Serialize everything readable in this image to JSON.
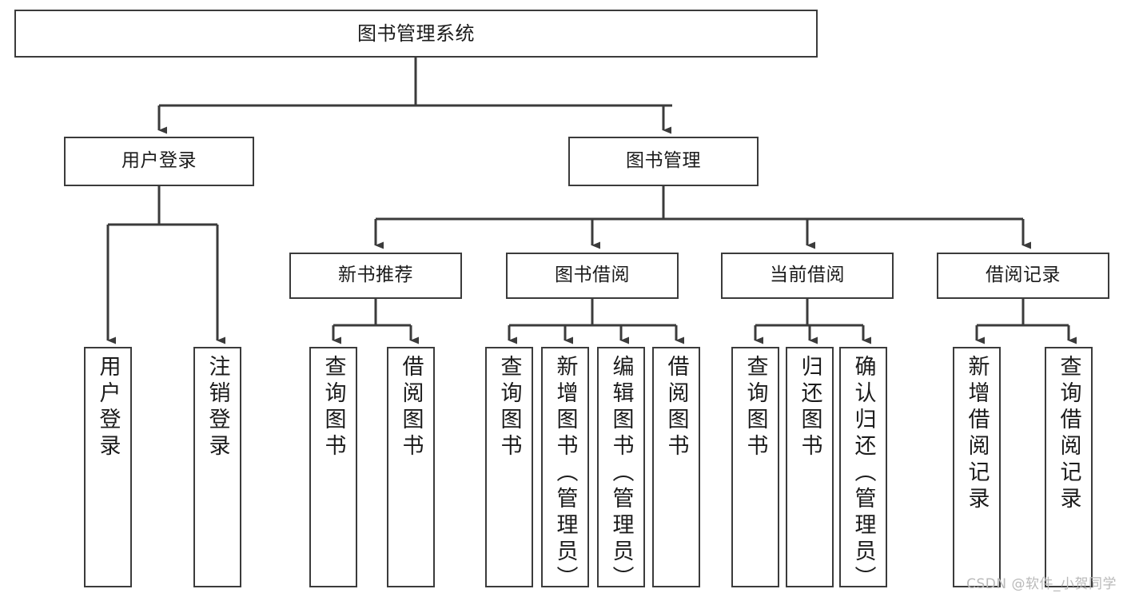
{
  "diagram": {
    "title": "图书管理系统",
    "type": "tree-hierarchy-chart",
    "watermark": "CSDN @软件_小贺同学",
    "colors": {
      "box_border": "#3b3b3b",
      "box_fill": "#ffffff",
      "edge": "#3b3b3b",
      "text": "#1b1b1b",
      "watermark": "#b9b9b9",
      "background": "#ffffff"
    }
  },
  "nodes": {
    "root": {
      "label": "图书管理系统"
    },
    "level2": [
      {
        "id": "user-login",
        "label": "用户登录"
      },
      {
        "id": "book-manage",
        "label": "图书管理"
      }
    ],
    "level3": [
      {
        "id": "new-book-recommend",
        "label": "新书推荐"
      },
      {
        "id": "book-borrow",
        "label": "图书借阅"
      },
      {
        "id": "current-borrow",
        "label": "当前借阅"
      },
      {
        "id": "borrow-record",
        "label": "借阅记录"
      }
    ],
    "leaves": {
      "user_login": [
        {
          "id": "leaf-user-login",
          "label": "用户登录"
        },
        {
          "id": "leaf-logout",
          "label": "注销登录"
        }
      ],
      "new_book_recommend": [
        {
          "id": "leaf-query-book-1",
          "label": "查询图书"
        },
        {
          "id": "leaf-borrow-book-1",
          "label": "借阅图书"
        }
      ],
      "book_borrow": [
        {
          "id": "leaf-query-book-2",
          "label": "查询图书"
        },
        {
          "id": "leaf-add-book",
          "label": "新增图书（管理员）"
        },
        {
          "id": "leaf-edit-book",
          "label": "编辑图书（管理员）"
        },
        {
          "id": "leaf-borrow-book-2",
          "label": "借阅图书"
        }
      ],
      "current_borrow": [
        {
          "id": "leaf-query-book-3",
          "label": "查询图书"
        },
        {
          "id": "leaf-return-book",
          "label": "归还图书"
        },
        {
          "id": "leaf-confirm-return",
          "label": "确认归还（管理员）"
        }
      ],
      "borrow_record": [
        {
          "id": "leaf-add-record",
          "label": "新增借阅记录"
        },
        {
          "id": "leaf-query-record",
          "label": "查询借阅记录"
        }
      ]
    }
  }
}
